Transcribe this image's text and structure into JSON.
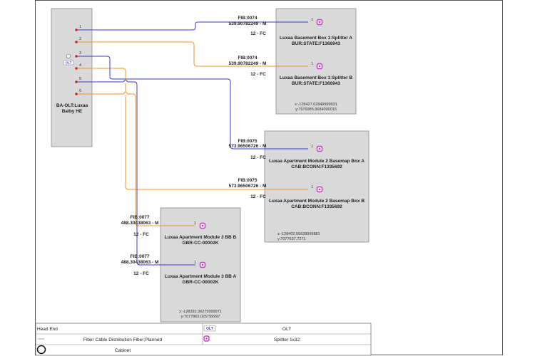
{
  "head_end": {
    "name_lines": [
      "BA-OLT:Luxaa",
      "Balby HE"
    ],
    "ports": [
      "1",
      "2",
      "3",
      "4",
      "5",
      "6"
    ]
  },
  "boxes": [
    {
      "title": "Luxaa Basement Box 1:Splitter A",
      "code": "BUR:STATE:F1366943",
      "port": "1"
    },
    {
      "title": "Luxaa Basement Box 1:Splitter B",
      "code": "BUR:STATE:F1366943",
      "port": "1",
      "coords": [
        "x:-128427.62849999931",
        "y:7976985.9684000015"
      ]
    },
    {
      "title": "Luxaa Apartment Module 2 Basemap Box A",
      "code": "CAB:BCONN:F1335692",
      "port": "1"
    },
    {
      "title": "Luxaa Apartment Module 2 Basemap Box B",
      "code": "CAB:BCONN:F1335692",
      "port": "1",
      "coords": [
        "x:-128402.55639999881",
        "y:7077637.7271"
      ]
    },
    {
      "title": "Luxaa Apartment Module 3 BB B",
      "code": "GBR-CC-00002K",
      "port": "1"
    },
    {
      "title": "Luxaa Apartment Module 3 BB A",
      "code": "GBR-CC-00002K",
      "port": "1",
      "coords": [
        "x:-128392.36279999971",
        "y:7077863.025799997"
      ]
    }
  ],
  "cables": [
    {
      "fib": "FIB:0074",
      "length": "539.90782249 - M",
      "fc": "12 - FC"
    },
    {
      "fib": "FIB:0074",
      "length": "539.90782249 - M",
      "fc": "12 - FC"
    },
    {
      "fib": "FIB:0075",
      "length": "573.96506726 - M",
      "fc": "12 - FC"
    },
    {
      "fib": "FIB:0075",
      "length": "573.96506726 - M",
      "fc": "12 - FC"
    },
    {
      "fib": "FIB:0077",
      "length": "488.30438063 - M",
      "fc": "12 - FC"
    },
    {
      "fib": "FIB:0077",
      "length": "488.30438063 - M",
      "fc": "12 - FC"
    }
  ],
  "olt_badge": "OLT",
  "legend": {
    "rows": [
      {
        "left": "Head End",
        "right_icon": "olt-icon",
        "right_badge": "OLT",
        "right": "OLT"
      },
      {
        "left": "Fiber Cable Distribution Fiber;Planned",
        "right_icon": "splitter-icon",
        "right": "Splitter 1x32"
      },
      {
        "left": "Cabinet",
        "left_icon": "cabinet-circle-icon"
      }
    ]
  },
  "colors": {
    "blue": "#3a3ad8",
    "orange": "#f0962e",
    "port_dot": "#d42020",
    "splitter": "#c040c0"
  }
}
